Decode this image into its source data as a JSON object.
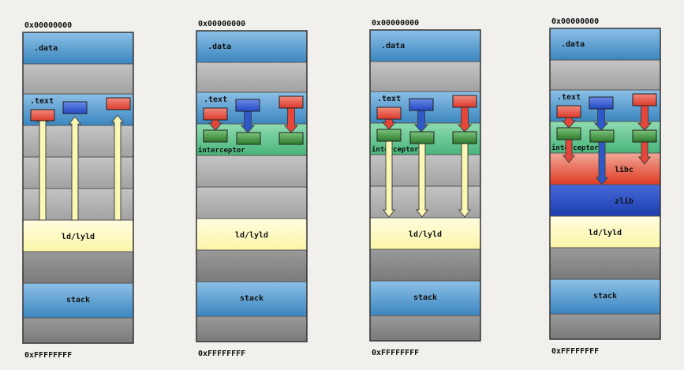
{
  "diagram": {
    "top_address": "0x00000000",
    "bottom_address": "0xFFFFFFFF",
    "segment_labels": {
      "data": ".data",
      "text": ".text",
      "interceptor": "interceptor",
      "libc": "libc",
      "zlib": "zlib",
      "loader": "ld/lyld",
      "stack": "stack"
    },
    "colors": {
      "background": "#f1f0ec",
      "blue_segment": "#4a94c8",
      "gray_segment": "#a8a8a8",
      "dark_gray_segment": "#828282",
      "interceptor_green": "#5cc48a",
      "loader_yellow": "#fdf9b8",
      "libc_red": "#e0402a",
      "zlib_blue": "#2a4fc0",
      "box_red": "#e4463a",
      "box_blue": "#2e58c8",
      "box_green": "#3c8a3c",
      "arrow_yellow": "#fbf7b4"
    }
  }
}
